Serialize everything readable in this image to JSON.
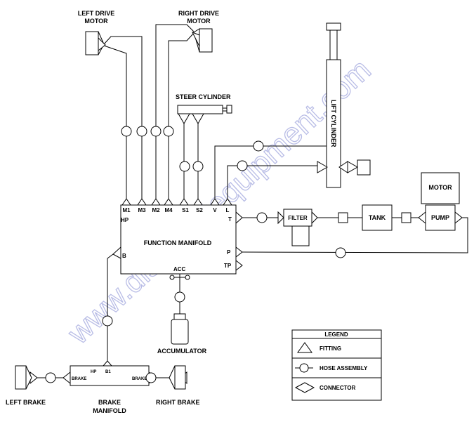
{
  "components": {
    "left_drive_motor": [
      "LEFT DRIVE",
      "MOTOR"
    ],
    "right_drive_motor": [
      "RIGHT DRIVE",
      "MOTOR"
    ],
    "steer_cylinder": "STEER CYLINDER",
    "lift_cylinder": "LIFT CYLINDER",
    "motor": "MOTOR",
    "pump": "PUMP",
    "tank": "TANK",
    "filter": "FILTER",
    "function_manifold": "FUNCTION MANIFOLD",
    "accumulator": "ACCUMULATOR",
    "left_brake": "LEFT BRAKE",
    "right_brake": "RIGHT BRAKE",
    "brake_manifold": [
      "BRAKE",
      "MANIFOLD"
    ]
  },
  "manifold_ports": {
    "m1": "M1",
    "m3": "M3",
    "m2": "M2",
    "m4": "M4",
    "s1": "S1",
    "s2": "S2",
    "v": "V",
    "l": "L",
    "hp": "HP",
    "t": "T",
    "b": "B",
    "p": "P",
    "tp": "TP",
    "acc": "ACC"
  },
  "brake_manifold_ports": {
    "hp": "HP",
    "b1": "B1",
    "brake_left": "BRAKE",
    "brake_right": "BRAKE"
  },
  "legend": {
    "title": "LEGEND",
    "fitting": "FITTING",
    "hose_assembly": "HOSE ASSEMBLY",
    "connector": "CONNECTOR"
  },
  "watermark": "www.discountequipment.com"
}
